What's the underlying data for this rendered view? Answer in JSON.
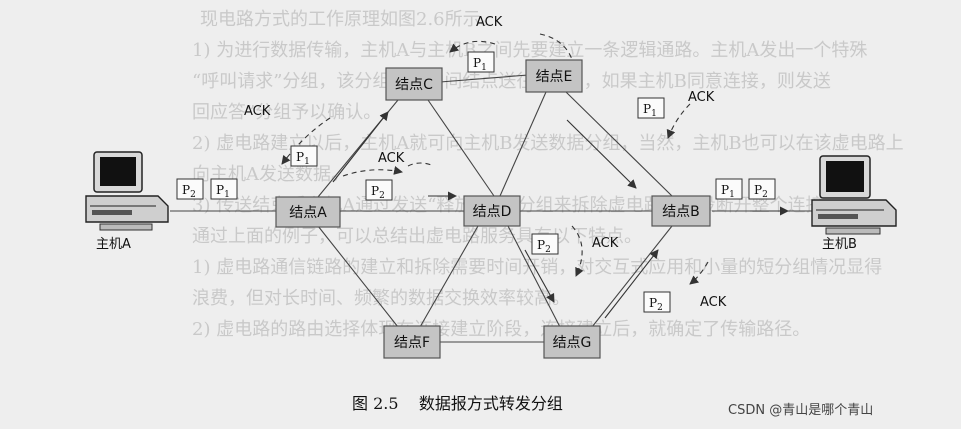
{
  "nodes": {
    "A": "结点A",
    "B": "结点B",
    "C": "结点C",
    "D": "结点D",
    "E": "结点E",
    "F": "结点F",
    "G": "结点G"
  },
  "hosts": {
    "A": "主机A",
    "B": "主机B"
  },
  "packets": {
    "p1": "P",
    "p1_sub": "1",
    "p2": "P",
    "p2_sub": "2"
  },
  "ack_label": "ACK",
  "caption": "图 2.5    数据报方式转发分组",
  "watermark": "CSDN @青山是哪个青山",
  "background_text": [
    "现电路方式的工作原理如图2.6所示。",
    "1) 为进行数据传输，主机A与主机B之间先要建立一条逻辑通路。主机A发出一个特殊",
    "“呼叫请求”分组，该分组通过中间结点送往主机B，如果主机B同意连接，则发送",
    "回应答”分组予以确认。",
    "2) 虚电路建立以后，主机A就可向主机B发送数据分组，当然，主机B也可以在该虚电路上",
    "向主机A发送数据。",
    "3) 传送结束后主机A通过发送“释放请求”分组来拆除虚电路，逐段断开整个连接。",
    "通过上面的例子，可以总结出虚电路服务具有以下特点。",
    "1) 虚电路通信链路的建立和拆除需要时间开销，对交互式应用和小量的短分组情况显得",
    "浪费，但对长时间、频繁的数据交换效率较高。",
    "2) 虚电路的路由选择体现在连接建立阶段，连接建立后，就确定了传输路径。"
  ]
}
